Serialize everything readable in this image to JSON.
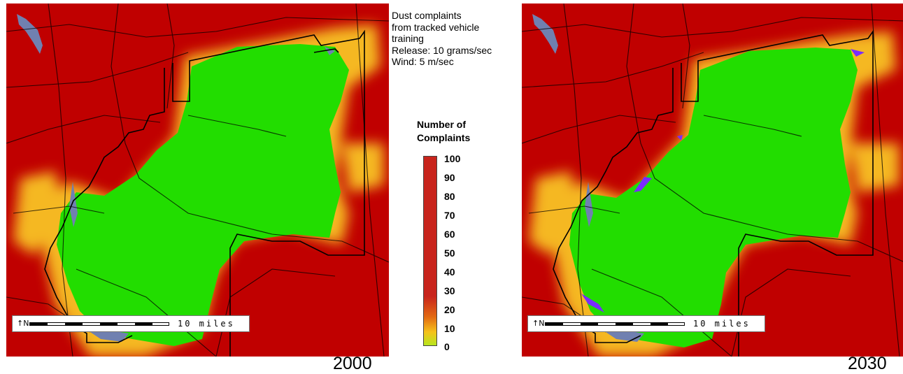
{
  "description_lines": [
    "Dust complaints",
    "from tracked vehicle",
    "training",
    "Release: 10 grams/sec",
    "Wind: 5 m/sec"
  ],
  "legend": {
    "title_lines": [
      "Number of",
      "Complaints"
    ],
    "ticks": [
      "100",
      "90",
      "80",
      "70",
      "60",
      "50",
      "40",
      "30",
      "20",
      "10",
      "0"
    ],
    "colors": {
      "high": "#c8241c",
      "mid": "#e36a12",
      "low_yellow": "#f5c21a",
      "low": "#b7e61e"
    }
  },
  "maps": {
    "left": {
      "year": "2000",
      "scale_label": "10 miles",
      "north_symbol": "↑N"
    },
    "right": {
      "year": "2030",
      "scale_label": "10 miles",
      "north_symbol": "↑N"
    }
  },
  "colors": {
    "complaint_high": "#c00000",
    "no_complaint": "#22dd00",
    "water": "#7080b0",
    "change": "#7a2cff"
  }
}
